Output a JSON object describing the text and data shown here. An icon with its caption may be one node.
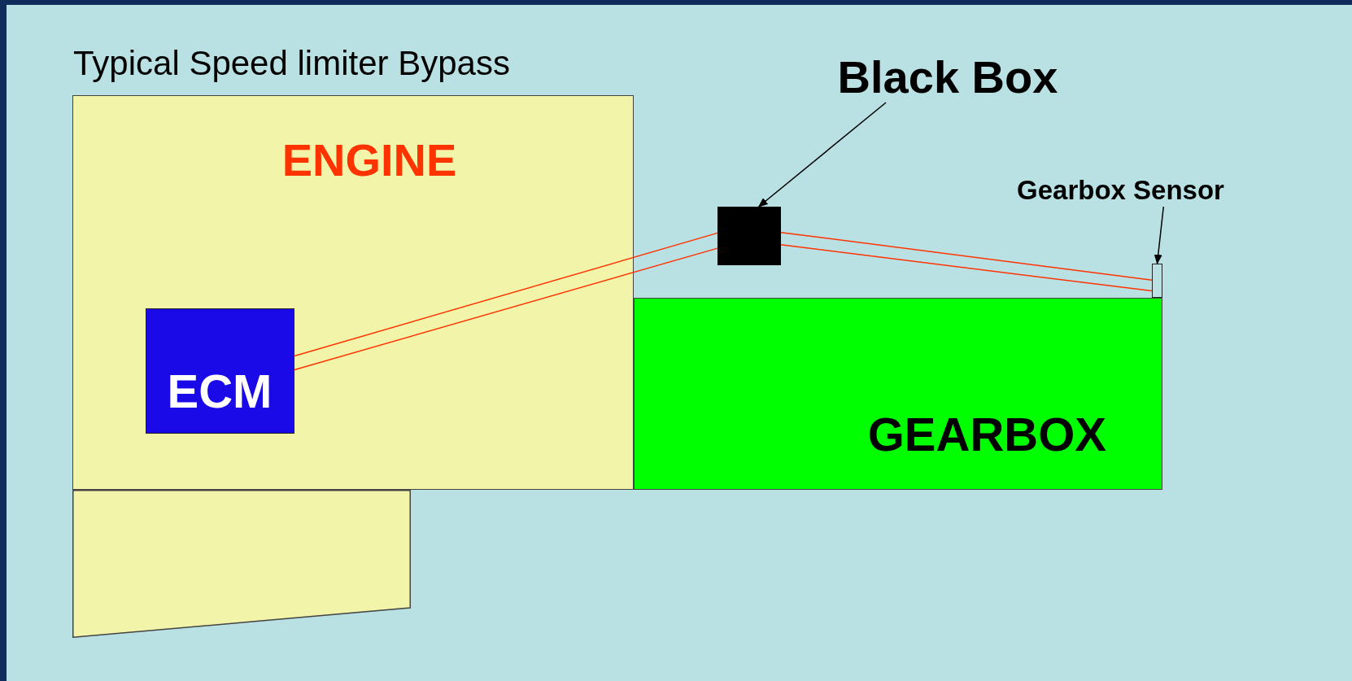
{
  "diagram": {
    "title": "Typical Speed limiter Bypass",
    "nodes": [
      {
        "text": [
          "ENGINE"
        ]
      },
      {
        "text": [
          "ECM"
        ],
        "in": 0
      },
      {
        "text": [
          "Black Box"
        ]
      },
      {
        "text": [],
        "shape": "box"
      },
      {
        "text": [
          "Gearbox Sensor"
        ]
      },
      {
        "text": [],
        "shape": "box"
      },
      {
        "text": [
          "GEARBOX"
        ]
      },
      {
        "text": [],
        "shape": "box"
      }
    ],
    "edges": [
      {
        "from": 2,
        "to": 3,
        "arrow": "to",
        "color": "#000000"
      },
      {
        "from": 4,
        "to": 5,
        "arrow": "to",
        "color": "#000000"
      },
      {
        "from": 1,
        "to": 3,
        "arrow": "none"
      },
      {
        "from": 1,
        "to": 3,
        "arrow": "none"
      },
      {
        "from": 3,
        "to": 5,
        "arrow": "none"
      },
      {
        "from": 3,
        "to": 5,
        "arrow": "none"
      }
    ]
  }
}
